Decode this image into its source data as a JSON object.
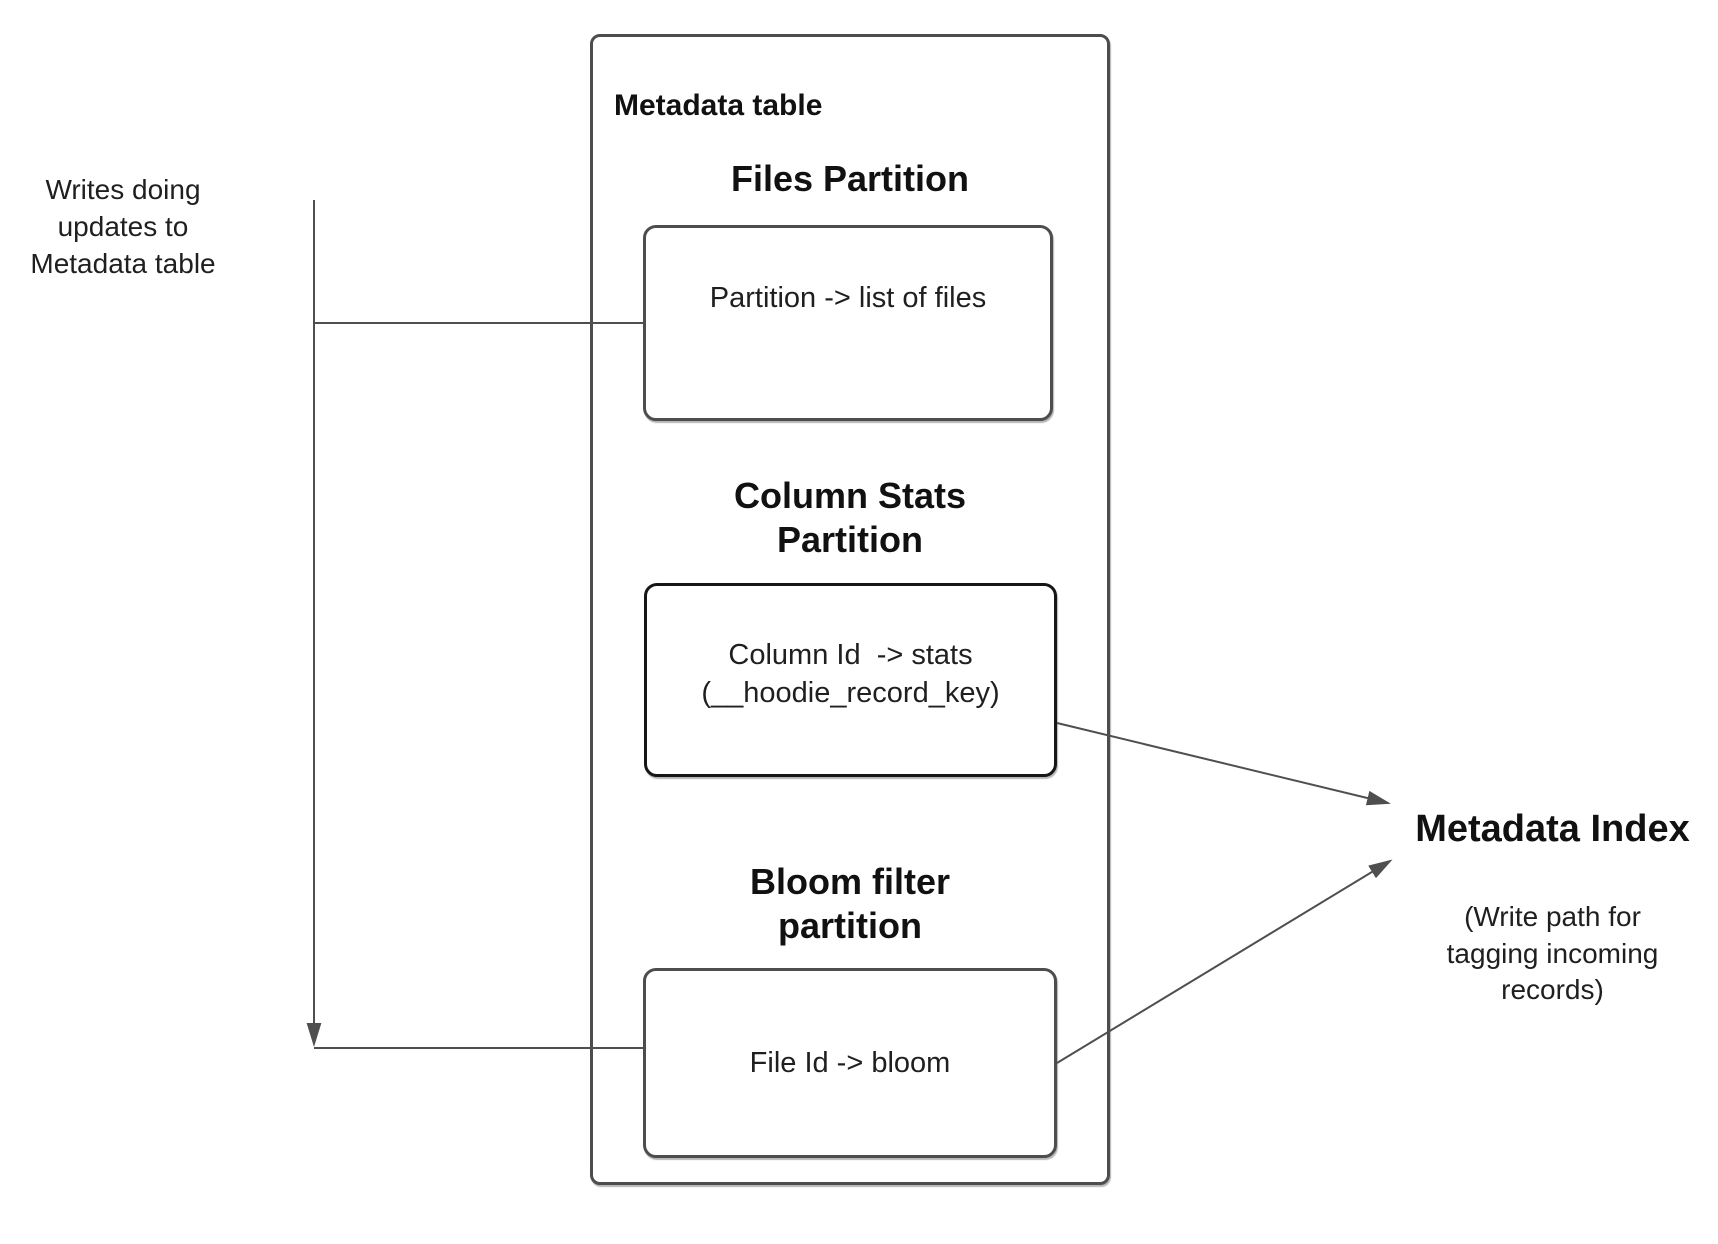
{
  "left_annotation": {
    "lines": [
      "Writes doing",
      "updates to",
      "Metadata table"
    ]
  },
  "metadata_table": {
    "title": "Metadata table",
    "files": {
      "heading": "Files Partition",
      "label": "Partition -> list of files"
    },
    "column_stats": {
      "heading_lines": [
        "Column Stats",
        "Partition"
      ],
      "label_lines": [
        "Column Id  -> stats",
        "(__hoodie_record_key)"
      ]
    },
    "bloom": {
      "heading_lines": [
        "Bloom filter",
        "partition"
      ],
      "label": "File Id -> bloom"
    }
  },
  "metadata_index": {
    "title": "Metadata Index",
    "subtitle_lines": [
      "(Write path for",
      "tagging incoming",
      "records)"
    ]
  },
  "colors": {
    "stroke": "#4f4f4f",
    "box_border": "#4d4d4d",
    "emphasis_border": "#161616",
    "text": "#1f1f1f"
  }
}
